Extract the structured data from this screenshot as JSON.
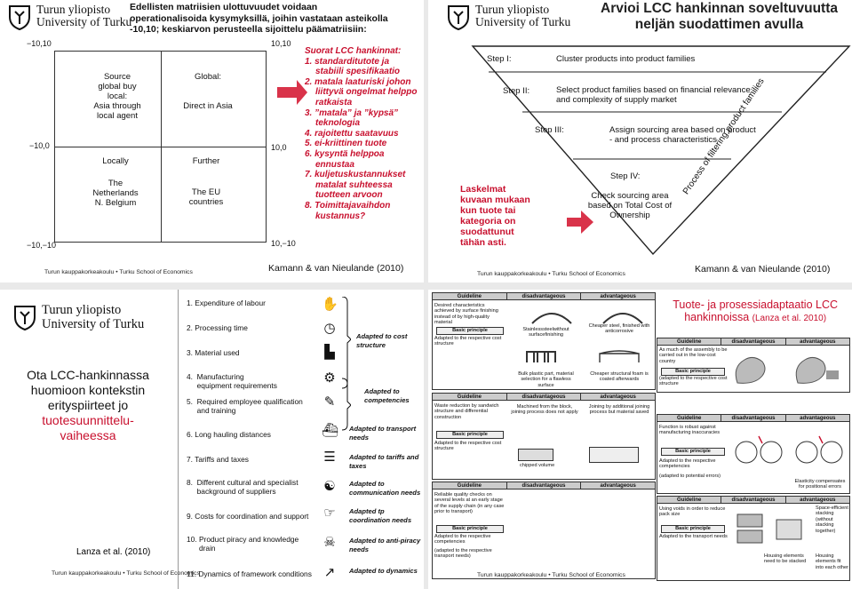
{
  "logo": {
    "line1": "Turun yliopisto",
    "line2": "University of Turku"
  },
  "footer_text": "Turun kauppakorkeakoulu • Turku School of Economics",
  "slide1": {
    "title": [
      "Edellisten matriisien ulottuvuudet voidaan",
      "operationalisoida kysymyksillä, joihin vastataan asteikolla",
      "-10,10; keskiarvon perusteella sijoittelu päämatriisiin:"
    ],
    "axis": {
      "tl": "−10,10",
      "tr": "10,10",
      "ml": "−10,0",
      "mr": "10,0",
      "bl": "−10,−10",
      "br": "10,−10"
    },
    "cells": {
      "q1": [
        "Source",
        "global buy",
        "local:",
        "Asia through",
        "local agent"
      ],
      "q2": [
        "Global:",
        "",
        "Direct in Asia"
      ],
      "q3": [
        "Locally",
        "",
        "The",
        "Netherlands",
        "N. Belgium"
      ],
      "q4": [
        "Further",
        "",
        "The EU",
        "countries"
      ]
    },
    "list_head": "Suorat LCC hankinnat:",
    "list": [
      "1.  standarditutote ja stabiili spesifikaatio",
      "2.  matala laaturiski johon liittyvä ongelmat helppo ratkaista",
      "3.  ”matala” ja ”kypsä” teknologia",
      "4.  rajoitettu saatavuus",
      "5.  ei-kriittinen tuote",
      "6.  kysyntä helppoa ennustaa",
      "7.  kuljetuskustannukset matalat suhteessa tuotteen arvoon",
      "8.  Toimittajavaihdon kustannus?"
    ],
    "cite": "Kamann & van Nieulande (2010)"
  },
  "slide2": {
    "title": [
      "Arvioi LCC hankinnan soveltuvuutta",
      "neljän suodattimen avulla"
    ],
    "steps": [
      {
        "label": "Step I:",
        "text": "Cluster products into product families"
      },
      {
        "label": "Step II:",
        "text": "Select product families based on financial relevance and complexity of  supply market"
      },
      {
        "label": "Step III:",
        "text": "Assign sourcing area based on product - and process characteristics"
      },
      {
        "label": "Step IV:",
        "text": "Check sourcing area based on Total Cost of Ownership"
      }
    ],
    "side_text": [
      "Laskelmat",
      "kuvaan mukaan",
      "kun tuote tai",
      "kategoria on",
      "suodattunut",
      "tähän asti."
    ],
    "diag_text": "Process of filtering product families",
    "cite": "Kamann & van Nieulande (2010)"
  },
  "slide3": {
    "title_black": [
      "Ota LCC-hankinnassa",
      "huomioon kontekstin",
      "erityspiirteet jo"
    ],
    "title_red": [
      "tuotesuunnittelu-",
      "vaiheessa"
    ],
    "cite": "Lanza et al. (2010)",
    "rows": [
      "1.  Expenditure of labour",
      "2.  Processing time",
      "3.  Material used",
      "4.  Manufacturing\n     equipment requirements",
      "5.  Required employee qualification\n     and training",
      "6.  Long hauling distances",
      "7.  Tariffs and taxes",
      "8.  Different cultural and specialist\n     background of suppliers",
      "9.  Costs for coordination and support",
      "10. Product piracy and knowledge\n      drain",
      "11. Dynamics of framework  conditions"
    ],
    "adapts": [
      "Adapted to cost\nstructure",
      "Adapted to\ncompetencies",
      "Adapted to transport\nneeds",
      "Adapted to tariffs and\ntaxes",
      "Adapted to\ncommunication needs",
      "Adapted tp\ncoordination needs",
      "Adapted to anti-piracy\nneeds",
      "Adapted to dynamics"
    ]
  },
  "slide4": {
    "title": [
      "Tuote- ja prosessiadaptaatio LCC",
      "hankinnoissa"
    ],
    "title_ref": "(Lanza et al. 2010)",
    "hdr": [
      "Guideline",
      "disadvantageous",
      "advantageous"
    ],
    "bp": "Basic principle",
    "t1": {
      "g": "Desired characteristics achieved by surface finishing instead of by high-quality material",
      "p": "Adapted to the respective cost structure",
      "d": "Stainlesssteelwithout surfacefinishing",
      "a": "Cheaper steel, finished with anticorrosive",
      "d2": "Bulk plastic part, material selection for a flawless surface",
      "a2": "Cheaper structural foam is coated afterwards"
    },
    "t2": {
      "g": "As much of the assembly to be carried out in the low-cost country",
      "p": "(adapted to the respective cost structure"
    },
    "t3": {
      "g": "Waste reduction by sandwich structure and differential construction",
      "d": "Machined from the block, joining process does not apply",
      "a": "Joining by additional joining process but material saved",
      "p": "Adapted to the respective cost structure",
      "n1": "chipped volume"
    },
    "t4": {
      "g": "Function is robust against manufacturing inaccuracies",
      "p": "Adapted to the respective competencies",
      "p2": "(adapted to potential errors)",
      "a": "Elasticity compensates for positional errors"
    },
    "t5": {
      "g": "Reliable quality checks on several levels at an early stage of the supply chain (in any case prior to transport)",
      "p": "Adapted to the respective competencies",
      "p2": "(adapted to the respective transport needs)"
    },
    "t6": {
      "g": "Using voids in order to reduce pack size",
      "p": "Adapted to the transport needs",
      "a": "Space-efficient stacking (without stacking together)",
      "d2": "Housing elements need to be stacked",
      "a2": "Housing elements fit into each other"
    }
  }
}
